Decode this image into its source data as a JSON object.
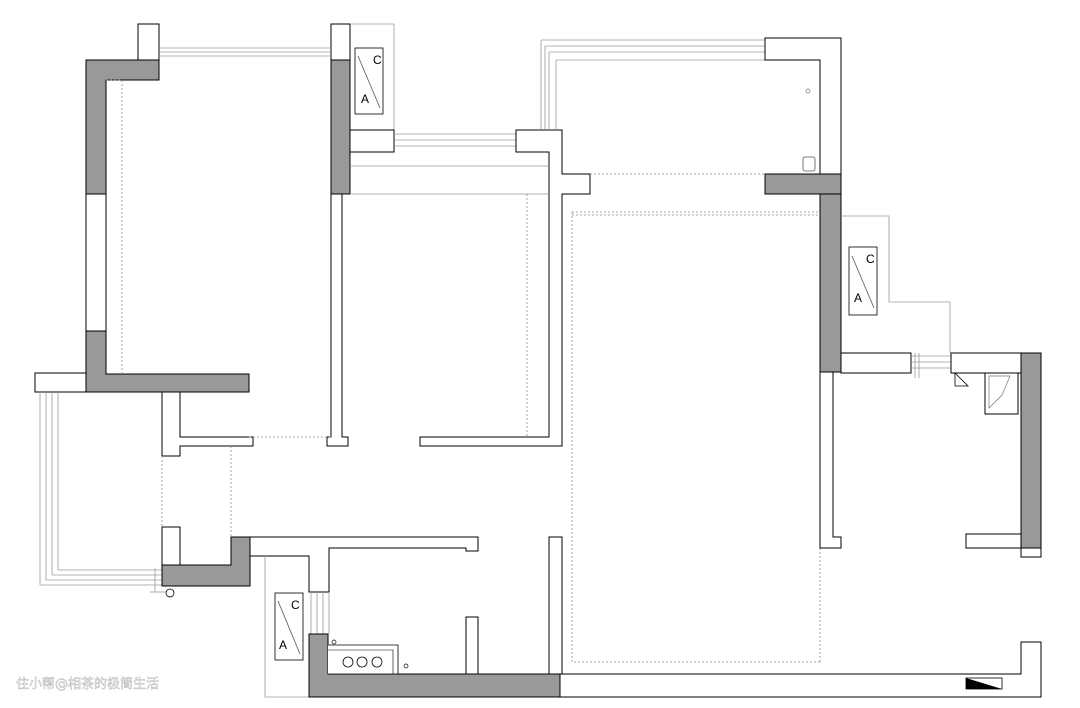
{
  "plan": {
    "ac_units": [
      {
        "c": "C",
        "a": "A"
      },
      {
        "c": "C",
        "a": "A"
      },
      {
        "c": "C",
        "a": "A"
      }
    ],
    "watermark": "住小帮@相茶的极简生活",
    "colors": {
      "background": "#ffffff",
      "wall_fill": "#999999",
      "line": "#000000",
      "guide": "#8a8a8a"
    }
  }
}
